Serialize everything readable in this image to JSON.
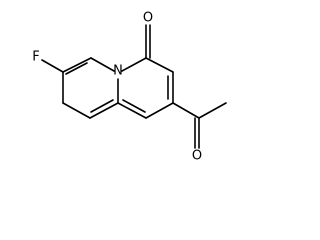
{
  "molecule": {
    "atoms": {
      "fluorine": "F",
      "nitrogen": "N",
      "ketone_oxygen": "O",
      "acetyl_oxygen": "O"
    },
    "colors": {
      "bond": "#000000",
      "label": "#000000",
      "background": "#ffffff"
    }
  }
}
